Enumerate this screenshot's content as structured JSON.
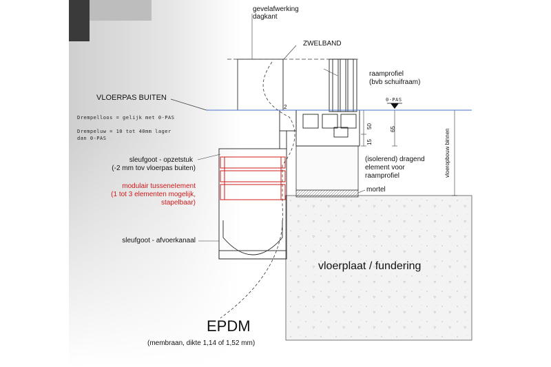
{
  "colors": {
    "accent_red": "#d11a1a",
    "reference_line_blue": "#4a6fd6",
    "concrete_fill": "#f3f3f3",
    "photo_grey": "#d6d6d6"
  },
  "labels": {
    "facade": "gevelafwerking",
    "facade_line2": "dagkant",
    "zwelband": "ZWELBAND",
    "window_profile": "raamprofiel",
    "window_profile_line2": "(bvb schuifraam)",
    "zero_level": "0-PAS",
    "floor_level_outside": "VLOERPAS BUITEN",
    "note_thresholdless": "Drempelloos = gelijk met 0-PAS",
    "note_threshold": "Drempeluw = 10 tot 40mm lager",
    "note_threshold_line2": "dan 0-PAS",
    "gutter_top": "sleufgoot - opzetstuk",
    "gutter_top_line2": "(-2 mm tov vloerpas buiten)",
    "modular_element": "modulair tusseneIement",
    "modular_element_line2": "(1 tot 3 elementen mogelijk,",
    "modular_element_line3": "stapelbaar)",
    "gutter_channel": "sleufgoot - afvoerkanaal",
    "support_element": "(isolerend) dragend",
    "support_element_line2": "element voor",
    "support_element_line3": "raamprofiel",
    "mortar": "mortel",
    "floor_slab": "vloerplaat / fundering",
    "floor_build_up": "vloeropbouw binnen",
    "membrane": "EPDM",
    "membrane_spec": "(membraan, dikte 1,14 of 1,52 mm)",
    "dim_50": "50",
    "dim_65": "65",
    "dim_15": "15",
    "dim_2": "2"
  }
}
